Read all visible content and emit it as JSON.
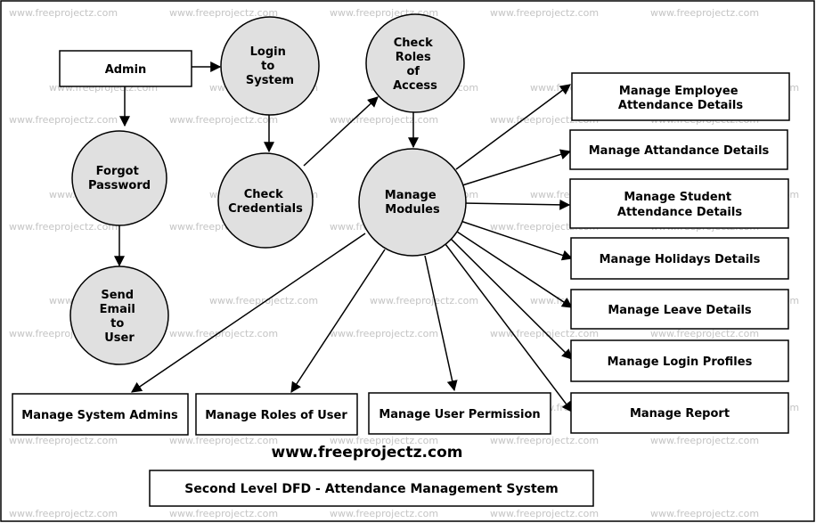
{
  "watermark": "www.freeprojectz.com",
  "colors": {
    "process_fill": "#e0e0e0",
    "stroke": "#000000",
    "watermark": "#c4c4c4"
  },
  "external_entities": {
    "admin": "Admin"
  },
  "processes": {
    "login": [
      "Login",
      "to",
      "System"
    ],
    "check_roles": [
      "Check",
      "Roles",
      "of",
      "Access"
    ],
    "forgot_password": [
      "Forgot",
      "Password"
    ],
    "check_credentials": [
      "Check",
      "Credentials"
    ],
    "manage_modules": [
      "Manage",
      "Modules"
    ],
    "send_email": [
      "Send",
      "Email",
      "to",
      "User"
    ]
  },
  "data_stores": {
    "employee_attendance": [
      "Manage Employee",
      "Attendance Details"
    ],
    "attendance": [
      "Manage Attandance Details"
    ],
    "student_attendance": [
      "Manage Student",
      "Attendance Details"
    ],
    "holidays": [
      "Manage Holidays Details"
    ],
    "leave": [
      "Manage Leave Details"
    ],
    "login_profiles": [
      "Manage Login Profiles"
    ],
    "report": [
      "Manage Report"
    ],
    "system_admins": [
      "Manage System Admins"
    ],
    "roles_of_user": [
      "Manage Roles of User"
    ],
    "user_permission": [
      "Manage User Permission"
    ]
  },
  "footer": {
    "site": "www.freeprojectz.com",
    "title": "Second Level DFD - Attendance Management System"
  }
}
